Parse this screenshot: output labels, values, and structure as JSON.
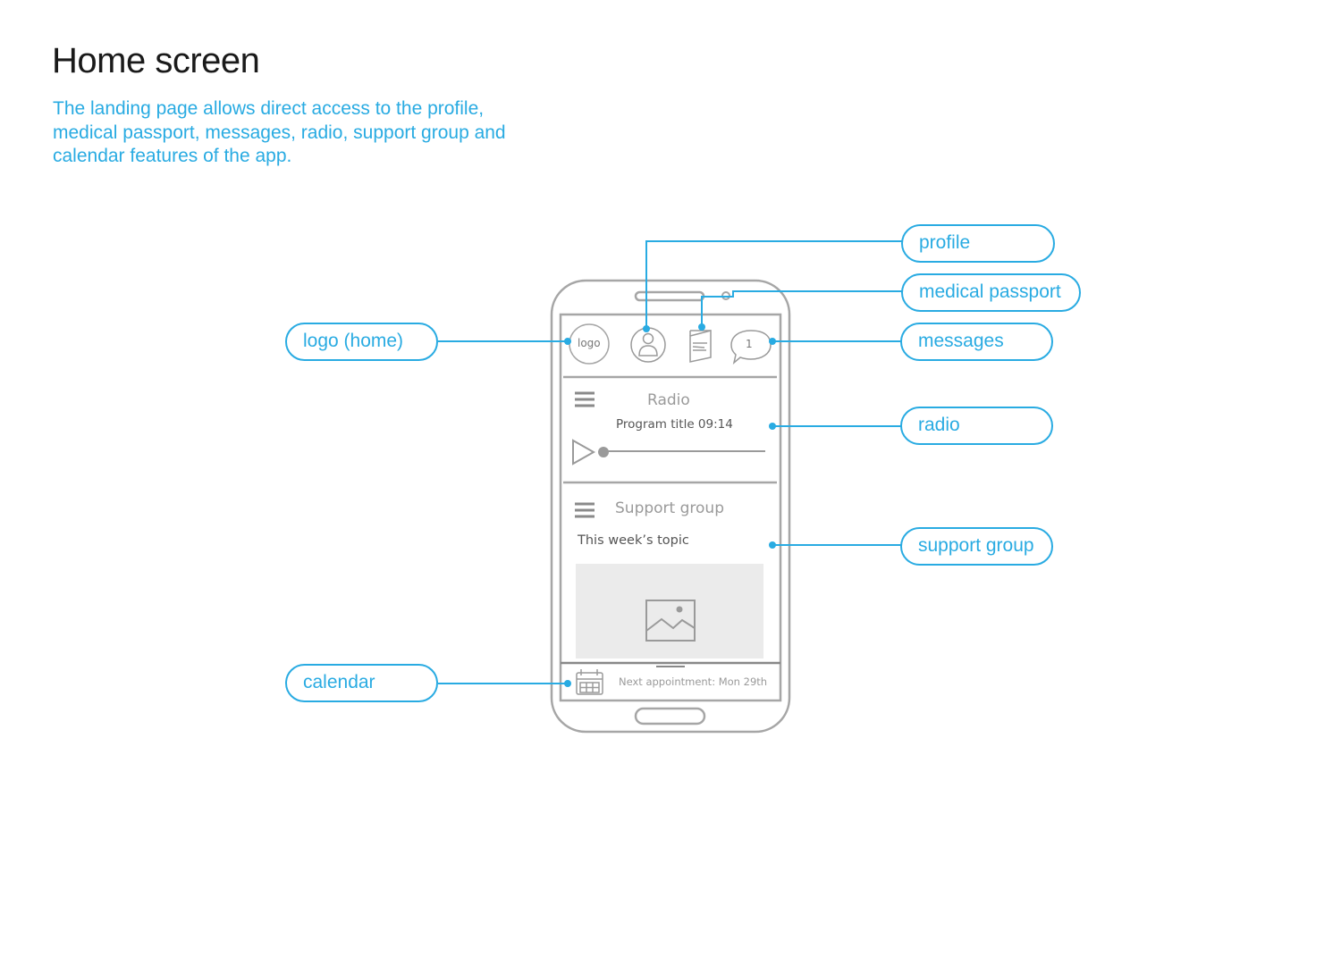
{
  "header": {
    "title": "Home screen",
    "description": "The landing page allows direct access to the profile, medical passport, messages, radio, support group and calendar features of the app."
  },
  "callouts": {
    "logo": "logo (home)",
    "profile": "profile",
    "passport": "medical passport",
    "messages": "messages",
    "radio": "radio",
    "support": "support group",
    "calendar": "calendar"
  },
  "phone": {
    "logo_label": "logo",
    "message_count": "1",
    "radio": {
      "title": "Radio",
      "program": "Program title 09:14"
    },
    "support_group": {
      "title": "Support group",
      "topic": "This week’s topic"
    },
    "calendar": {
      "appointment": "Next appointment: Mon 29th"
    }
  },
  "colors": {
    "accent": "#29abe2",
    "wireframe": "#a6a6a6",
    "image_placeholder": "#ebebeb"
  },
  "icons": [
    "user-icon",
    "passport-icon",
    "speech-bubble-icon",
    "hamburger-icon",
    "play-icon",
    "image-icon",
    "calendar-icon"
  ]
}
